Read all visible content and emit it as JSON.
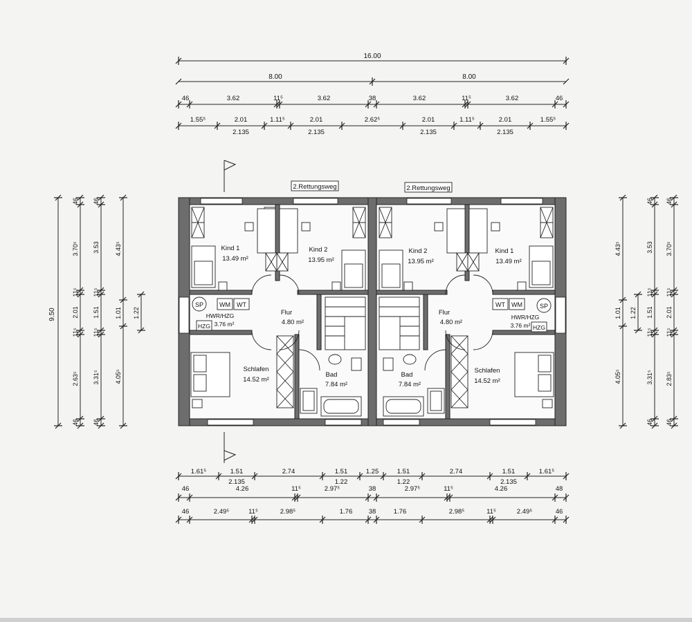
{
  "overall_dims": {
    "total": "16.00",
    "half_left": "8.00",
    "half_right": "8.00"
  },
  "top_row3": [
    "46",
    "3.62",
    "11⁵",
    "3.62",
    "38",
    "3.62",
    "11⁵",
    "3.62",
    "46"
  ],
  "top_row4_upper": [
    "1.55⁵",
    "2.01",
    "1.11⁵",
    "2.01",
    "2.62⁵",
    "2.01",
    "1.11⁵",
    "2.01",
    "1.55⁵"
  ],
  "top_row4_lower": [
    "2.135",
    "2.135",
    "2.135",
    "2.135"
  ],
  "bottom_row1_upper": [
    "1.61⁵",
    "1.51",
    "2.74",
    "1.51",
    "1.25",
    "1.51",
    "2.74",
    "1.51",
    "1.61⁵"
  ],
  "bottom_row1_lower": [
    "2.135",
    "1.22",
    "1.22",
    "2.135"
  ],
  "bottom_row2": [
    "46",
    "4.26",
    "11⁵",
    "2.97⁵",
    "38",
    "2.97⁵",
    "11⁵",
    "4.26",
    "48"
  ],
  "bottom_row3": [
    "46",
    "2.49⁵",
    "11⁵",
    "2.98⁵",
    "1.76",
    "38",
    "1.76",
    "2.98⁵",
    "11⁵",
    "2.49⁵",
    "46"
  ],
  "left_dims": {
    "total": "9.50",
    "col2": [
      "46",
      "3.70⁵",
      "11⁵",
      "2.01",
      "11⁵",
      "2.63⁵",
      "46"
    ],
    "col3": [
      "46",
      "3.53",
      "11⁵",
      "1.51",
      "11⁵",
      "3.31⁵",
      "46"
    ],
    "col4": [
      "4.43⁵",
      "1.01",
      "4.05⁵"
    ],
    "col5": [
      "1.22"
    ]
  },
  "right_dims": {
    "col1": [
      "4.43⁵",
      "1.01",
      "4.05⁵"
    ],
    "col2": [
      "1.22"
    ],
    "col3": [
      "46",
      "3.53",
      "11⁵",
      "1.51",
      "11⁵",
      "3.31⁵",
      "46"
    ],
    "col4": [
      "46",
      "3.70⁵",
      "11⁵",
      "2.01",
      "11⁵",
      "2.83⁵",
      "46"
    ]
  },
  "escape_route_label": "2.Rettungsweg",
  "rooms_left": {
    "kind1": {
      "name": "Kind 1",
      "area": "13.49 m²"
    },
    "kind2": {
      "name": "Kind 2",
      "area": "13.95 m²"
    },
    "flur": {
      "name": "Flur",
      "area": "4.80 m²"
    },
    "hwr": {
      "name": "HWR/HZG",
      "area": "3.76 m²"
    },
    "schlafen": {
      "name": "Schlafen",
      "area": "14.52 m²"
    },
    "bad": {
      "name": "Bad",
      "area": "7.84 m²"
    }
  },
  "rooms_right": {
    "kind2": {
      "name": "Kind 2",
      "area": "13.95 m²"
    },
    "kind1": {
      "name": "Kind 1",
      "area": "13.49 m²"
    },
    "flur": {
      "name": "Flur",
      "area": "4.80 m²"
    },
    "hwr": {
      "name": "HWR/HZG",
      "area": "3.76 m²"
    },
    "schlafen": {
      "name": "Schlafen",
      "area": "14.52 m²"
    },
    "bad": {
      "name": "Bad",
      "area": "7.84 m²"
    }
  },
  "appliances": {
    "sp": "SP",
    "wm": "WM",
    "wt": "WT",
    "hzg": "HZG"
  }
}
